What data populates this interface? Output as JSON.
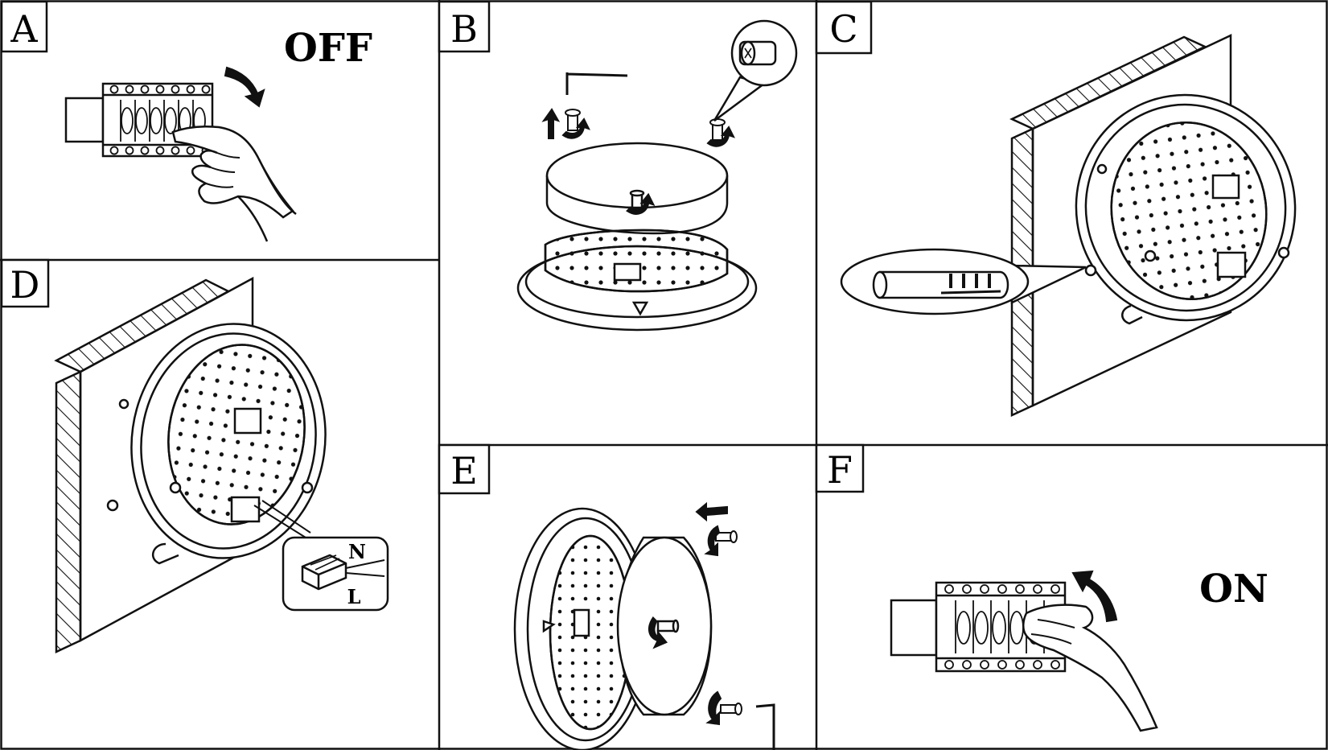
{
  "panels": {
    "a": {
      "label": "A",
      "state": "OFF"
    },
    "b": {
      "label": "B"
    },
    "c": {
      "label": "C"
    },
    "d": {
      "label": "D",
      "wire_n": "N",
      "wire_l": "L"
    },
    "e": {
      "label": "E"
    },
    "f": {
      "label": "F",
      "state": "ON"
    }
  },
  "colors": {
    "line": "#111111",
    "paper": "#ffffff"
  }
}
